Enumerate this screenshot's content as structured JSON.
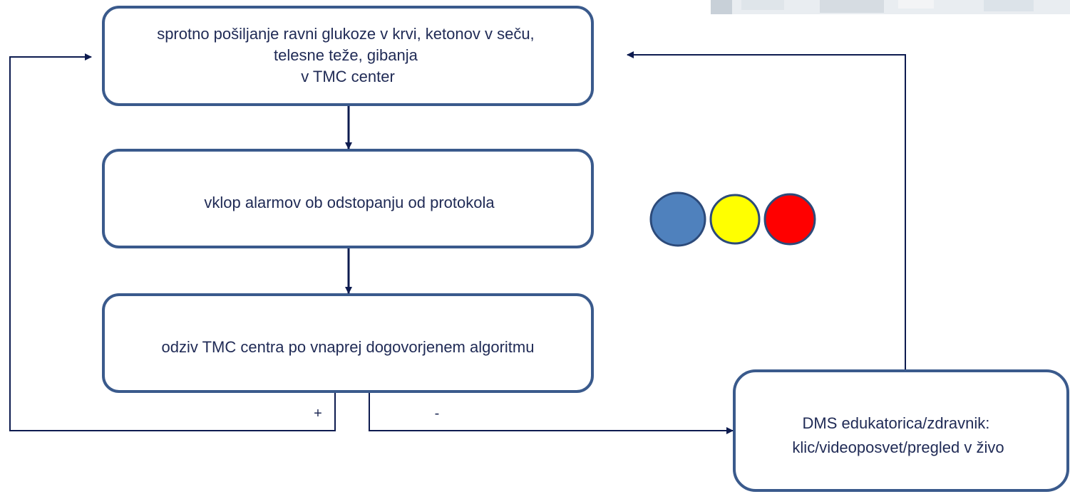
{
  "colors": {
    "box_stroke": "#3a5a8c",
    "arrow": "#0d1b4f",
    "text": "#1f2a55",
    "indicator_blue": "#4f81bd",
    "indicator_yellow": "#ffff00",
    "indicator_red": "#ff0000",
    "indicator_stroke": "#2c4a7a"
  },
  "boxes": {
    "upload": {
      "lines": [
        "sprotno pošiljanje ravni glukoze v krvi, ketonov v seču,",
        "telesne teže, gibanja",
        "v TMC center"
      ]
    },
    "alarms": {
      "lines": [
        "vklop alarmov ob odstopanju od protokola"
      ]
    },
    "response": {
      "lines": [
        "odziv TMC centra po vnaprej dogovorjenem algoritmu"
      ]
    },
    "dms": {
      "lines": [
        "DMS edukatorica/zdravnik:",
        "klic/videoposvet/pregled v živo"
      ]
    }
  },
  "branch_labels": {
    "positive": "+",
    "negative": "-"
  },
  "indicators": [
    "blue",
    "yellow",
    "red"
  ]
}
